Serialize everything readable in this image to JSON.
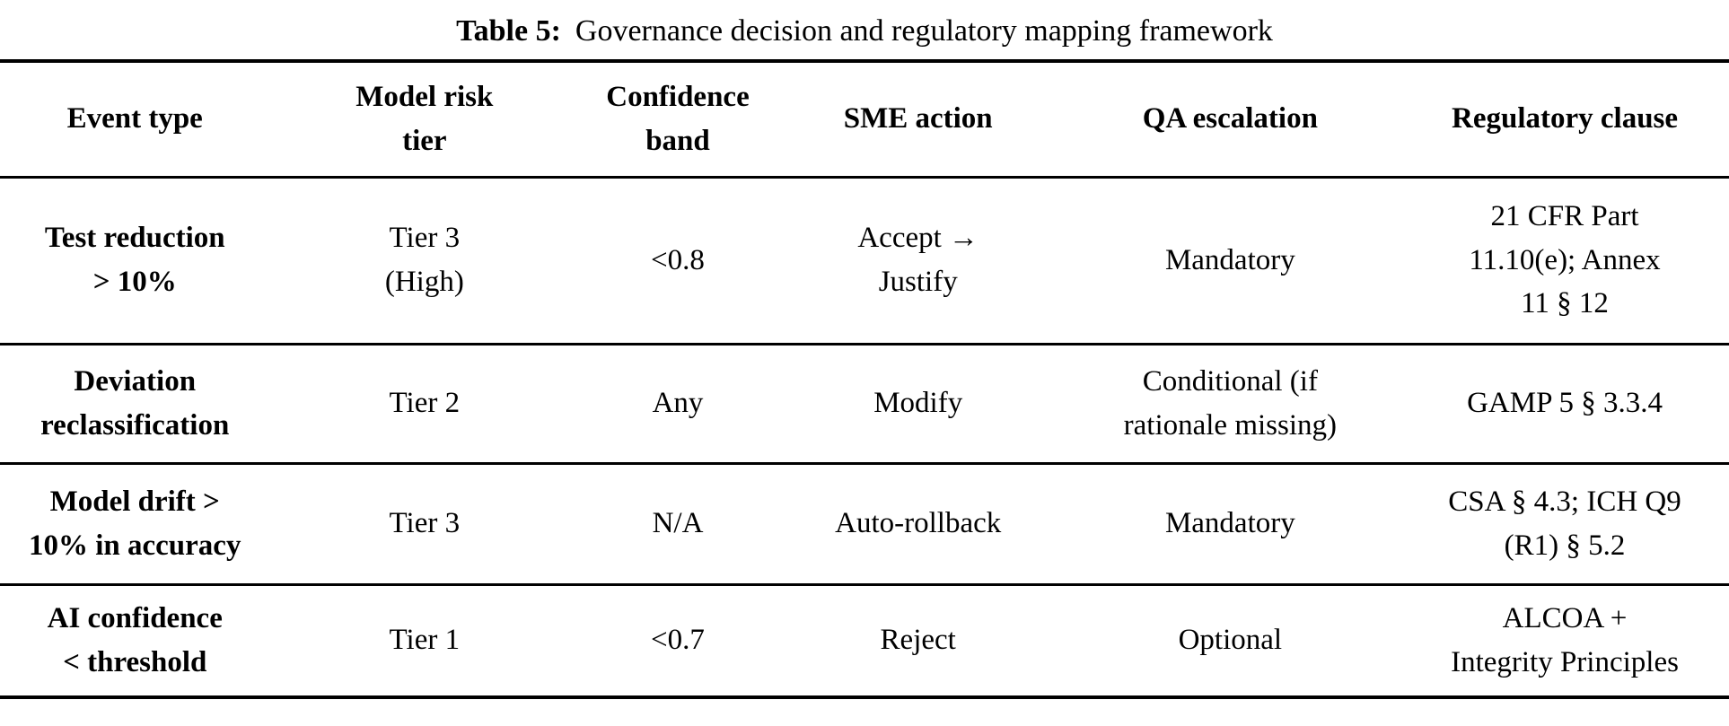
{
  "caption": {
    "label": "Table 5:",
    "text": "Governance decision and regulatory mapping framework"
  },
  "table": {
    "columns": [
      "Event type",
      [
        "Model risk",
        "tier"
      ],
      [
        "Confidence",
        "band"
      ],
      "SME action",
      "QA escalation",
      "Regulatory clause"
    ],
    "rows": [
      {
        "cells": [
          [
            "Test reduction",
            "> 10%"
          ],
          [
            "Tier 3",
            "(High)"
          ],
          "<0.8",
          [
            "Accept →",
            "Justify"
          ],
          "Mandatory",
          [
            "21 CFR Part",
            "11.10(e); Annex",
            "11 § 12"
          ]
        ]
      },
      {
        "cells": [
          [
            "Deviation",
            "reclassification"
          ],
          "Tier 2",
          "Any",
          "Modify",
          [
            "Conditional (if",
            "rationale missing)"
          ],
          "GAMP 5 § 3.3.4"
        ]
      },
      {
        "cells": [
          [
            "Model drift >",
            "10% in accuracy"
          ],
          "Tier 3",
          "N/A",
          "Auto-rollback",
          "Mandatory",
          [
            "CSA § 4.3; ICH Q9",
            "(R1) § 5.2"
          ]
        ]
      },
      {
        "cells": [
          [
            "AI confidence",
            "< threshold"
          ],
          "Tier 1",
          "<0.7",
          "Reject",
          "Optional",
          [
            "ALCOA +",
            "Integrity Principles"
          ]
        ]
      }
    ]
  },
  "colors": {
    "text": "#000000",
    "rule": "#000000",
    "background": "#ffffff"
  }
}
